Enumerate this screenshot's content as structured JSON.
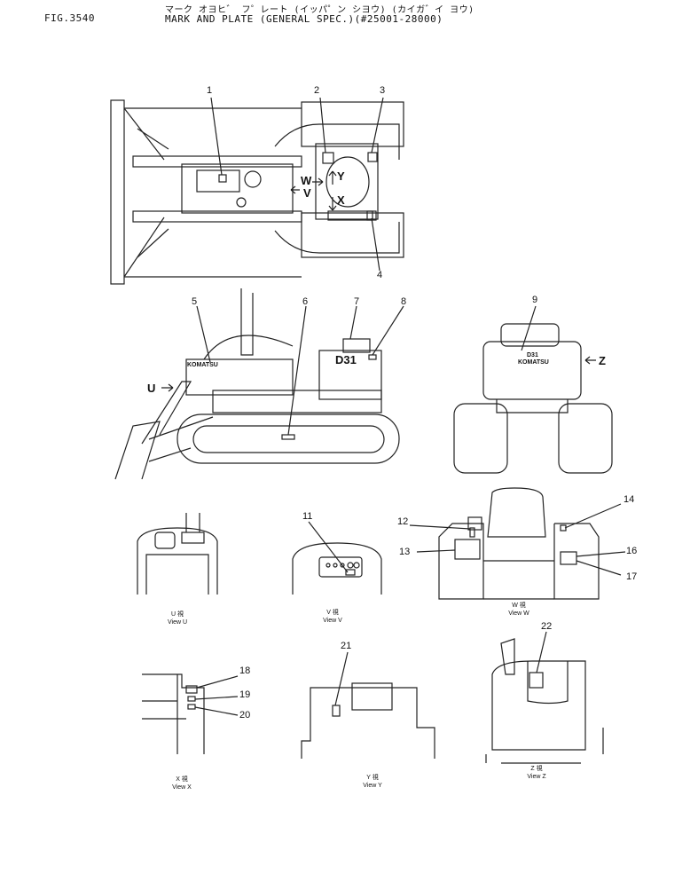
{
  "header": {
    "fig": "FIG.3540",
    "title_jp": "マーク オヨヒ゛ フ゜レート (イッパ゜ン シヨウ) (カイガ゛イ ヨウ)",
    "title_en": "MARK AND PLATE (GENERAL SPEC.)(#25001-28000)"
  },
  "callouts": [
    "1",
    "2",
    "3",
    "4",
    "5",
    "6",
    "7",
    "8",
    "9",
    "11",
    "12",
    "13",
    "14",
    "16",
    "17",
    "18",
    "19",
    "20",
    "21",
    "22"
  ],
  "arrow_labels": {
    "u": "U",
    "w": "W",
    "v": "V",
    "y": "Y",
    "x": "X",
    "z": "Z"
  },
  "decals": {
    "model": "D31",
    "brand": "KOMATSU"
  },
  "views": {
    "u": {
      "jp": "U 視",
      "en": "View U"
    },
    "v": {
      "jp": "V 視",
      "en": "View V"
    },
    "w": {
      "jp": "W 視",
      "en": "View W"
    },
    "x": {
      "jp": "X 視",
      "en": "View X"
    },
    "y": {
      "jp": "Y 視",
      "en": "View Y"
    },
    "z": {
      "jp": "Z 視",
      "en": "View Z"
    }
  }
}
